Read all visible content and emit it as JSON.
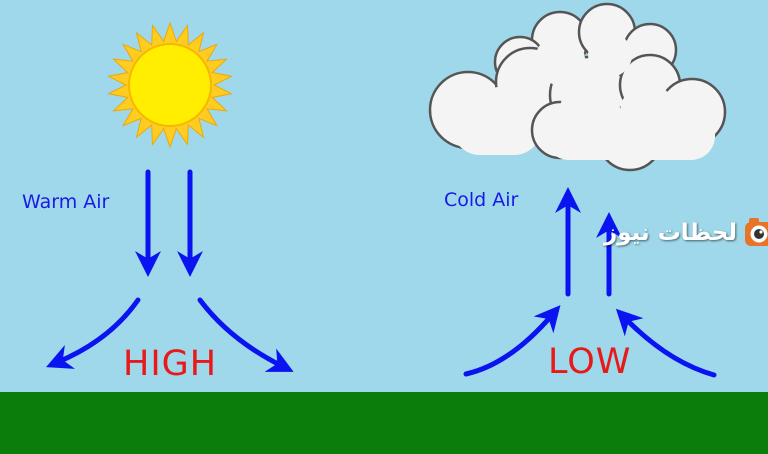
{
  "labels": {
    "warm_air": "Warm Air",
    "cold_air": "Cold Air",
    "high": "HIGH",
    "low": "LOW"
  },
  "watermark": {
    "text": "لحظات نيوز",
    "icon": "camera-logo-icon"
  },
  "colors": {
    "sky": "#9ed8ea",
    "ground": "#0a7d0a",
    "arrow": "#0a14f0",
    "label_blue": "#1a1ae6",
    "label_red": "#e81919",
    "sun": "#ffee00",
    "sun_rays": "#ffcc22",
    "cloud": "#f4f4f4"
  },
  "icons": {
    "sun": "sun-icon",
    "cloud": "cloud-icon"
  }
}
